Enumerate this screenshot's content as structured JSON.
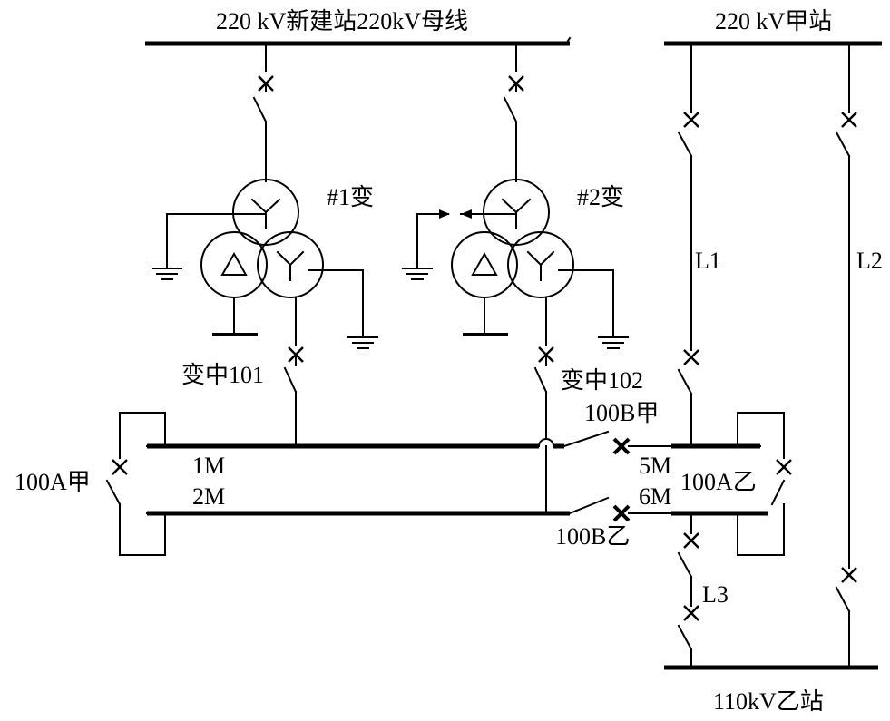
{
  "labels": {
    "bus_new_220": "220 kV新建站220kV母线",
    "bus_jia_220": "220 kV甲站",
    "bus_yi_110": "110kV乙站",
    "t1": "#1变",
    "t2": "#2变",
    "cb_101": "变中101",
    "cb_102": "变中102",
    "cb_100b_jia": "100B甲",
    "cb_100b_yi": "100B乙",
    "cb_100a_jia": "100A甲",
    "cb_100a_yi": "100A乙",
    "bus_1m": "1M",
    "bus_2m": "2M",
    "bus_5m": "5M",
    "bus_6m": "6M",
    "line_l1": "L1",
    "line_l2": "L2",
    "line_l3": "L3"
  }
}
